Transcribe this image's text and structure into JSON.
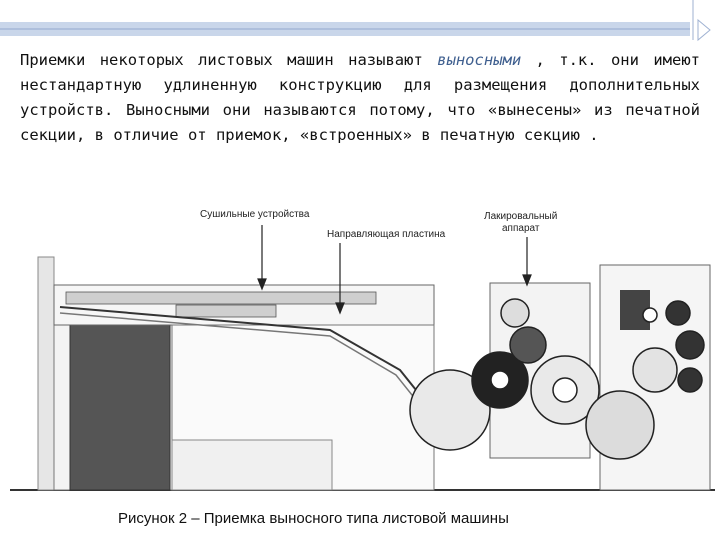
{
  "paragraph": {
    "part1": "Приемки некоторых листовых машин называют ",
    "highlight": "выносными",
    "part2": " , т.к. они имеют нестандартную удлиненную конструкцию для размещения дополнительных устройств. Выносными они называются потому, что «вынесены» из печатной секции, в отличие от приемок, «встроенных» в печатную секцию ."
  },
  "figure": {
    "labels": {
      "dryers": "Сушильные устройства",
      "guide_plate": "Направляющая пластина",
      "coater_line1": "Лакировальный",
      "coater_line2": "аппарат"
    }
  },
  "caption": "Рисунок 2 – Приемка выносного типа листовой машины"
}
